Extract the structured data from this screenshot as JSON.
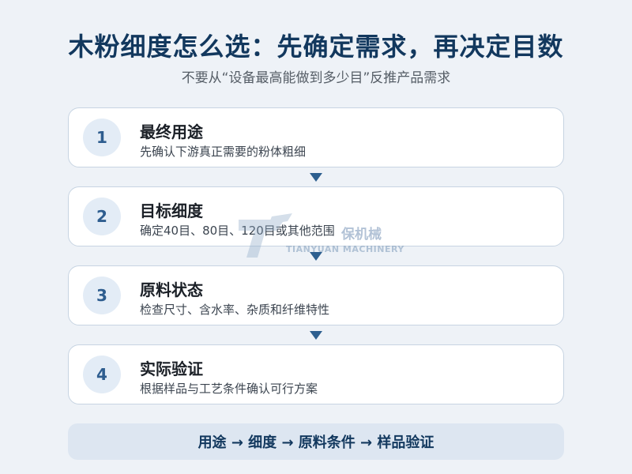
{
  "header": {
    "title": "木粉细度怎么选：先确定需求，再决定目数",
    "subtitle": "不要从“设备最高能做到多少目”反推产品需求"
  },
  "steps": [
    {
      "num": "1",
      "title": "最终用途",
      "desc": "先确认下游真正需要的粉体粗细"
    },
    {
      "num": "2",
      "title": "目标细度",
      "desc": "确定40目、80目、120目或其他范围"
    },
    {
      "num": "3",
      "title": "原料状态",
      "desc": "检查尺寸、含水率、杂质和纤维特性"
    },
    {
      "num": "4",
      "title": "实际验证",
      "desc": "根据样品与工艺条件确认可行方案"
    }
  ],
  "summary": {
    "text": "用途 → 细度 → 原料条件 → 样品验证"
  },
  "watermark": {
    "name_cn": "保机械",
    "name_en": "TIANYUAN MACHINERY"
  },
  "colors": {
    "background": "#eef2f7",
    "title": "#12385e",
    "accent": "#2d5f8f",
    "card_border": "#c7d4e2",
    "badge_bg": "#e3ecf6",
    "summary_bg": "#dde6f1"
  }
}
